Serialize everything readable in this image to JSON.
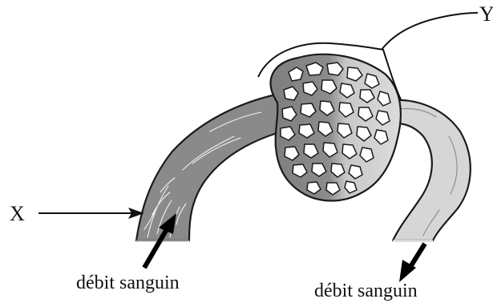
{
  "labels": {
    "x": "X",
    "y": "Y",
    "flow_in": "débit sanguin",
    "flow_out": "débit sanguin"
  },
  "colors": {
    "artery_fill": "#8a8a8a",
    "vein_fill": "#d6d6d6",
    "outline": "#1a1a1a",
    "network_gap": "#ffffff",
    "label_text": "#111111"
  }
}
